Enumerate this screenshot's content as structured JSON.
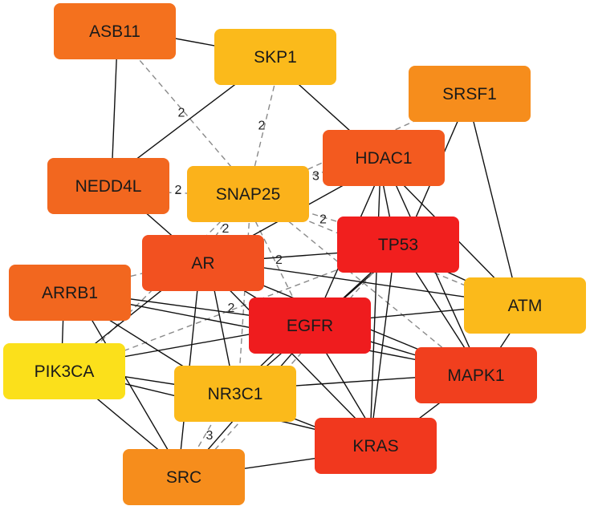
{
  "nodes": [
    {
      "id": "ASB11",
      "label": "ASB11",
      "color": "#F4711E"
    },
    {
      "id": "SKP1",
      "label": "SKP1",
      "color": "#FBBA1B"
    },
    {
      "id": "SRSF1",
      "label": "SRSF1",
      "color": "#F68D1C"
    },
    {
      "id": "HDAC1",
      "label": "HDAC1",
      "color": "#F35A1F"
    },
    {
      "id": "NEDD4L",
      "label": "NEDD4L",
      "color": "#F2671F"
    },
    {
      "id": "SNAP25",
      "label": "SNAP25",
      "color": "#FBB21B"
    },
    {
      "id": "TP53",
      "label": "TP53",
      "color": "#F11F1E"
    },
    {
      "id": "AR",
      "label": "AR",
      "color": "#F25120"
    },
    {
      "id": "ARRB1",
      "label": "ARRB1",
      "color": "#F2671F"
    },
    {
      "id": "ATM",
      "label": "ATM",
      "color": "#FBBA1B"
    },
    {
      "id": "EGFR",
      "label": "EGFR",
      "color": "#EF1C1E"
    },
    {
      "id": "PIK3CA",
      "label": "PIK3CA",
      "color": "#FBE01B"
    },
    {
      "id": "MAPK1",
      "label": "MAPK1",
      "color": "#F13F1E"
    },
    {
      "id": "NR3C1",
      "label": "NR3C1",
      "color": "#FBBA1B"
    },
    {
      "id": "KRAS",
      "label": "KRAS",
      "color": "#F1381E"
    },
    {
      "id": "SRC",
      "label": "SRC",
      "color": "#F68D1C"
    }
  ],
  "edges": [
    {
      "s": "ASB11",
      "t": "SKP1",
      "style": "solid"
    },
    {
      "s": "ASB11",
      "t": "NEDD4L",
      "style": "solid"
    },
    {
      "s": "ASB11",
      "t": "SNAP25",
      "style": "dashed",
      "label": "2"
    },
    {
      "s": "SKP1",
      "t": "NEDD4L",
      "style": "solid"
    },
    {
      "s": "SKP1",
      "t": "HDAC1",
      "style": "solid"
    },
    {
      "s": "SKP1",
      "t": "SNAP25",
      "style": "dashed",
      "label": "2"
    },
    {
      "s": "SRSF1",
      "t": "SNAP25",
      "style": "dashed"
    },
    {
      "s": "SRSF1",
      "t": "TP53",
      "style": "solid"
    },
    {
      "s": "SRSF1",
      "t": "ATM",
      "style": "solid"
    },
    {
      "s": "NEDD4L",
      "t": "SNAP25",
      "style": "dashed",
      "label": "2"
    },
    {
      "s": "NEDD4L",
      "t": "AR",
      "style": "solid"
    },
    {
      "s": "SNAP25",
      "t": "HDAC1",
      "style": "dashed",
      "label": "3"
    },
    {
      "s": "SNAP25",
      "t": "TP53",
      "style": "dashed",
      "label": "2"
    },
    {
      "s": "SNAP25",
      "t": "AR",
      "style": "dashed",
      "label": "2"
    },
    {
      "s": "SNAP25",
      "t": "EGFR",
      "style": "dashed",
      "label": "2"
    },
    {
      "s": "SNAP25",
      "t": "MAPK1",
      "style": "dashed"
    },
    {
      "s": "SNAP25",
      "t": "NR3C1",
      "style": "dashed"
    },
    {
      "s": "SNAP25",
      "t": "PIK3CA",
      "style": "dashed"
    },
    {
      "s": "SNAP25",
      "t": "ATM",
      "style": "dashed"
    },
    {
      "s": "HDAC1",
      "t": "TP53",
      "style": "solid"
    },
    {
      "s": "HDAC1",
      "t": "AR",
      "style": "solid"
    },
    {
      "s": "HDAC1",
      "t": "EGFR",
      "style": "solid"
    },
    {
      "s": "HDAC1",
      "t": "MAPK1",
      "style": "solid"
    },
    {
      "s": "HDAC1",
      "t": "KRAS",
      "style": "solid"
    },
    {
      "s": "HDAC1",
      "t": "ATM",
      "style": "solid"
    },
    {
      "s": "TP53",
      "t": "AR",
      "style": "solid"
    },
    {
      "s": "TP53",
      "t": "EGFR",
      "style": "solid"
    },
    {
      "s": "TP53",
      "t": "MAPK1",
      "style": "solid"
    },
    {
      "s": "TP53",
      "t": "KRAS",
      "style": "solid"
    },
    {
      "s": "TP53",
      "t": "ATM",
      "style": "solid"
    },
    {
      "s": "TP53",
      "t": "NR3C1",
      "style": "solid"
    },
    {
      "s": "TP53",
      "t": "PIK3CA",
      "style": "dashed",
      "label": "2"
    },
    {
      "s": "TP53",
      "t": "SRC",
      "style": "dashed"
    },
    {
      "s": "AR",
      "t": "EGFR",
      "style": "solid"
    },
    {
      "s": "AR",
      "t": "ARRB1",
      "style": "dashed"
    },
    {
      "s": "AR",
      "t": "NR3C1",
      "style": "solid"
    },
    {
      "s": "AR",
      "t": "MAPK1",
      "style": "solid"
    },
    {
      "s": "AR",
      "t": "KRAS",
      "style": "solid"
    },
    {
      "s": "AR",
      "t": "SRC",
      "style": "solid"
    },
    {
      "s": "AR",
      "t": "PIK3CA",
      "style": "solid"
    },
    {
      "s": "AR",
      "t": "ATM",
      "style": "solid"
    },
    {
      "s": "ARRB1",
      "t": "EGFR",
      "style": "solid"
    },
    {
      "s": "ARRB1",
      "t": "MAPK1",
      "style": "solid"
    },
    {
      "s": "ARRB1",
      "t": "NR3C1",
      "style": "solid"
    },
    {
      "s": "ARRB1",
      "t": "PIK3CA",
      "style": "solid"
    },
    {
      "s": "ARRB1",
      "t": "SRC",
      "style": "solid"
    },
    {
      "s": "EGFR",
      "t": "MAPK1",
      "style": "solid"
    },
    {
      "s": "EGFR",
      "t": "KRAS",
      "style": "solid"
    },
    {
      "s": "EGFR",
      "t": "PIK3CA",
      "style": "solid"
    },
    {
      "s": "EGFR",
      "t": "NR3C1",
      "style": "solid"
    },
    {
      "s": "EGFR",
      "t": "SRC",
      "style": "solid"
    },
    {
      "s": "EGFR",
      "t": "ATM",
      "style": "solid"
    },
    {
      "s": "MAPK1",
      "t": "KRAS",
      "style": "solid"
    },
    {
      "s": "MAPK1",
      "t": "NR3C1",
      "style": "solid"
    },
    {
      "s": "MAPK1",
      "t": "ATM",
      "style": "solid"
    },
    {
      "s": "PIK3CA",
      "t": "NR3C1",
      "style": "solid"
    },
    {
      "s": "PIK3CA",
      "t": "KRAS",
      "style": "solid"
    },
    {
      "s": "PIK3CA",
      "t": "SRC",
      "style": "solid"
    },
    {
      "s": "NR3C1",
      "t": "KRAS",
      "style": "solid"
    },
    {
      "s": "NR3C1",
      "t": "SRC",
      "style": "dashed",
      "label": "3"
    },
    {
      "s": "KRAS",
      "t": "SRC",
      "style": "solid"
    }
  ]
}
